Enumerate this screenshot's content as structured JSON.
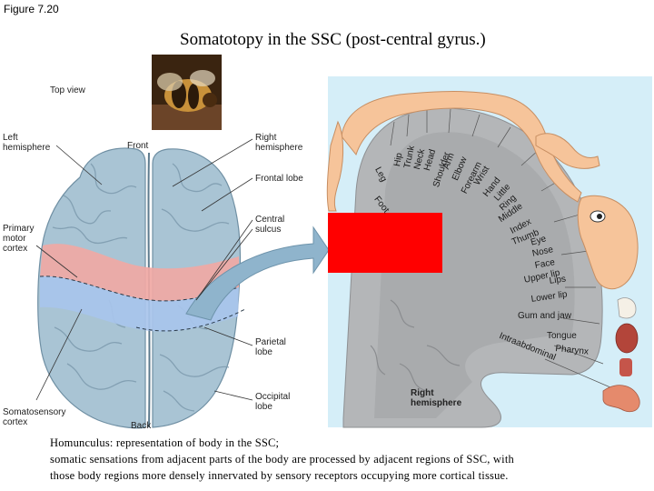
{
  "figure_label": "Figure 7.20",
  "title": "Somatotopy in the SSC (post-central gyrus.)",
  "top_view": {
    "heading": "Top view",
    "labels": {
      "left_hemisphere": "Left\nhemisphere",
      "front": "Front",
      "right_hemisphere": "Right\nhemisphere",
      "frontal_lobe": "Frontal lobe",
      "primary_motor_cortex": "Primary\nmotor\ncortex",
      "central_sulcus": "Central\nsulcus",
      "parietal_lobe": "Parietal\nlobe",
      "occipital_lobe": "Occipital\nlobe",
      "somatosensory_cortex": "Somatosensory\ncortex",
      "back": "Back"
    }
  },
  "homunculus": {
    "hemisphere_label": "Right\nhemisphere",
    "body_parts": [
      "Hip",
      "Trunk",
      "Neck",
      "Head",
      "Shoulder",
      "Arm",
      "Elbow",
      "Forearm",
      "Wrist",
      "Hand",
      "Little",
      "Ring",
      "Middle",
      "Index",
      "Thumb",
      "Eye",
      "Nose",
      "Face",
      "Upper lip",
      "Lips",
      "Lower lip",
      "Gum and jaw",
      "Tongue",
      "Pharynx",
      "Intraabdominal",
      "Leg",
      "Foot"
    ]
  },
  "caption": {
    "line1": "Homunculus: representation of body in the SSC;",
    "line2": "somatic sensations from adjacent parts of the body are processed by adjacent regions of SSC, with",
    "line3": "those body regions more densely innervated by sensory receptors occupying more cortical tissue."
  },
  "colors": {
    "brain": "#a9c4d4",
    "motor_band": "#f0a8a4",
    "sensory_band": "#a8c4ec",
    "arrow": "#8fb4cc",
    "panel_bg": "#d5eef8",
    "cortex_gray": "#b4b6b8",
    "skin": "#f6c49a",
    "redaction": "#ff0000"
  }
}
